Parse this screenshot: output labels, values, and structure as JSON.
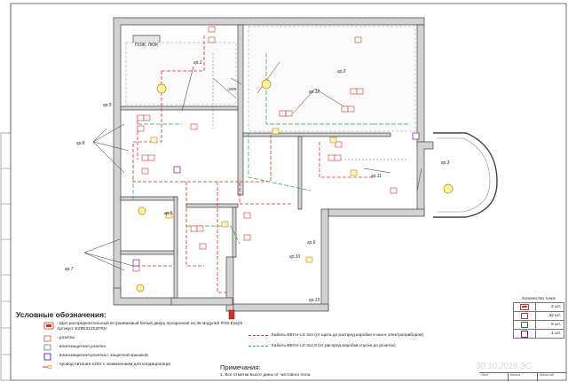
{
  "plan": {
    "stair_label": "ПОЖ. ЛЮК",
    "dimension_label": "1605",
    "tags": [
      "гр.1",
      "гр.12",
      "гр.9",
      "гр.8",
      "гр.5",
      "гр.6",
      "гр.7",
      "гр.10",
      "гр.13",
      "гр.3",
      "гр.11",
      "гр.2"
    ]
  },
  "legend": {
    "title": "Условные обозначения:",
    "items": [
      {
        "text": "- Щит распределительный встраиваемый белый дверь прозрачная на 36 модулей IP40 Easy9",
        "sub": "Артикул: EZ9E312S2FRU"
      },
      {
        "text": "- розетка"
      },
      {
        "text": "- влагозащитная розетка"
      },
      {
        "text": "- влагозащитная розетка с защитной крышкой"
      },
      {
        "text": "- провод питания 220V с заземлением для кондиционера"
      }
    ]
  },
  "cables": [
    {
      "text": "Кабель ВВГнг-LS 3х4 (от щита до распред.коробки и ииз-к электроприборов)"
    },
    {
      "text": "Кабель ВВГнг-LS 3х2,5 (от распред.коробки  спуски до розеток)"
    }
  ],
  "notes": {
    "title": "Примечания:",
    "items": [
      "1. Все отметки высот даны от чистового пола."
    ]
  },
  "points": {
    "title": "Количество точек",
    "rows": [
      {
        "symbol": "panel",
        "value": "2 шт."
      },
      {
        "symbol": "socket",
        "value": "32 шт."
      },
      {
        "symbol": "moisture-socket",
        "value": "5 шт."
      },
      {
        "symbol": "lidded-socket",
        "value": "1 шт."
      }
    ]
  },
  "title_block": {
    "date": "30.10.2019 ЭС",
    "cells": [
      "Лист",
      "Масса",
      "Масштаб"
    ]
  },
  "colors": {
    "cable_main": "#d32f2f",
    "cable_socket": "#2e9d4a",
    "wall": "#d2d2d2"
  }
}
